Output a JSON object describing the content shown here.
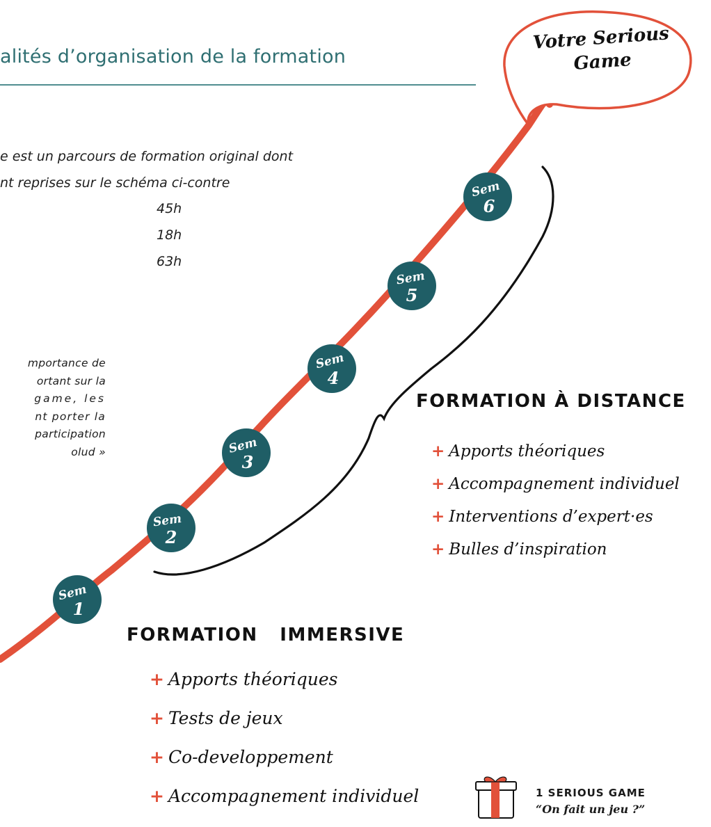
{
  "heading": "alités d’organisation de la formation",
  "intro": {
    "line1": "e est un parcours de formation original dont",
    "line2": "nt reprises sur le schéma ci-contre"
  },
  "hours": [
    "45h",
    "18h",
    "63h"
  ],
  "paragraph": [
    "mportance de",
    "ortant sur la",
    "game, les",
    "nt porter la",
    "participation",
    "olud »"
  ],
  "bubble": {
    "line1": "Votre Serious",
    "line2": "Game"
  },
  "sessions": [
    {
      "label": "Sem",
      "number": "1"
    },
    {
      "label": "Sem",
      "number": "2"
    },
    {
      "label": "Sem",
      "number": "3"
    },
    {
      "label": "Sem",
      "number": "4"
    },
    {
      "label": "Sem",
      "number": "5"
    },
    {
      "label": "Sem",
      "number": "6"
    }
  ],
  "distance": {
    "title": "FORMATION À DISTANCE",
    "items": [
      "Apports théoriques",
      "Accompagnement individuel",
      "Interventions d’expert·es",
      "Bulles d’inspiration"
    ]
  },
  "immersive": {
    "title": "FORMATION   IMMERSIVE",
    "items": [
      "Apports théoriques",
      "Tests de jeux",
      "Co-developpement",
      "Accompagnement individuel"
    ]
  },
  "gift": {
    "label": "1 SERIOUS GAME",
    "sub": "“On fait un jeu ?”"
  },
  "colors": {
    "teal": "#1f5e66",
    "orange": "#e2513a",
    "heading": "#2f6f72"
  },
  "icons": [
    "gift-icon",
    "plus-icon"
  ]
}
